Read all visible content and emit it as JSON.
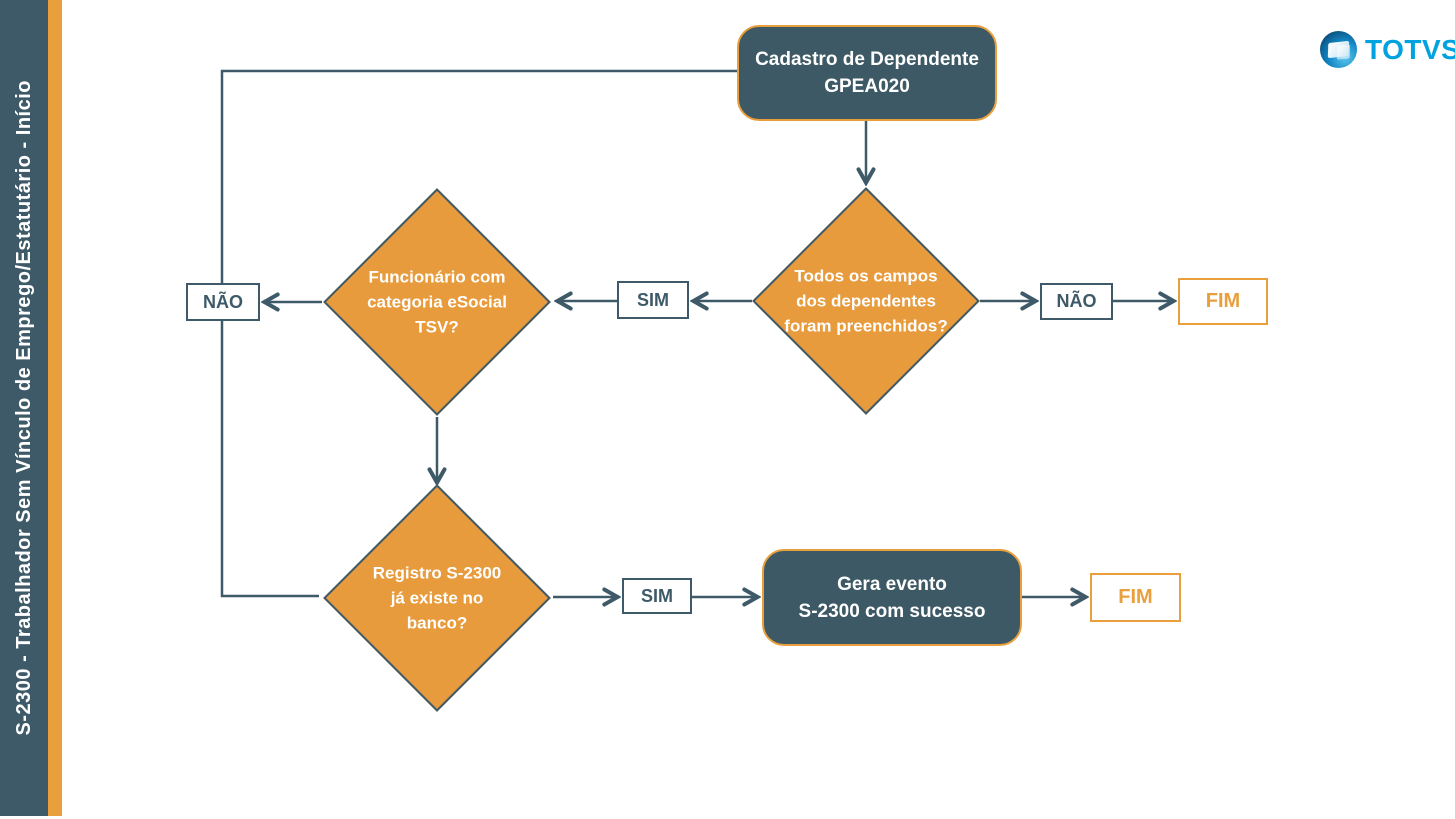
{
  "sidebar": {
    "title": "S-2300 - Trabalhador Sem Vínculo de Emprego/Estatutário - Início"
  },
  "logo": {
    "brand": "TOTVS"
  },
  "colors": {
    "dark_teal": "#3D5966",
    "accent_orange": "#E9A03C",
    "diamond_orange": "#E89B3C",
    "brand_blue": "#00A2DF",
    "text_white": "#ffffff"
  },
  "flowchart": {
    "start_box": {
      "line1": "Cadastro de Dependente",
      "line2": "GPEA020"
    },
    "decision1": {
      "lines": [
        "Todos os campos",
        "dos dependentes",
        "foram preenchidos?"
      ]
    },
    "decision2": {
      "lines": [
        "Funcionário com",
        "categoria eSocial",
        "TSV?"
      ]
    },
    "decision3": {
      "lines": [
        "Registro S-2300",
        "já existe no",
        "banco?"
      ]
    },
    "success_box": {
      "line1": "Gera evento",
      "line2": "S-2300 com sucesso"
    },
    "labels": {
      "sim": "SIM",
      "nao": "NÃO",
      "fim": "FIM"
    }
  }
}
